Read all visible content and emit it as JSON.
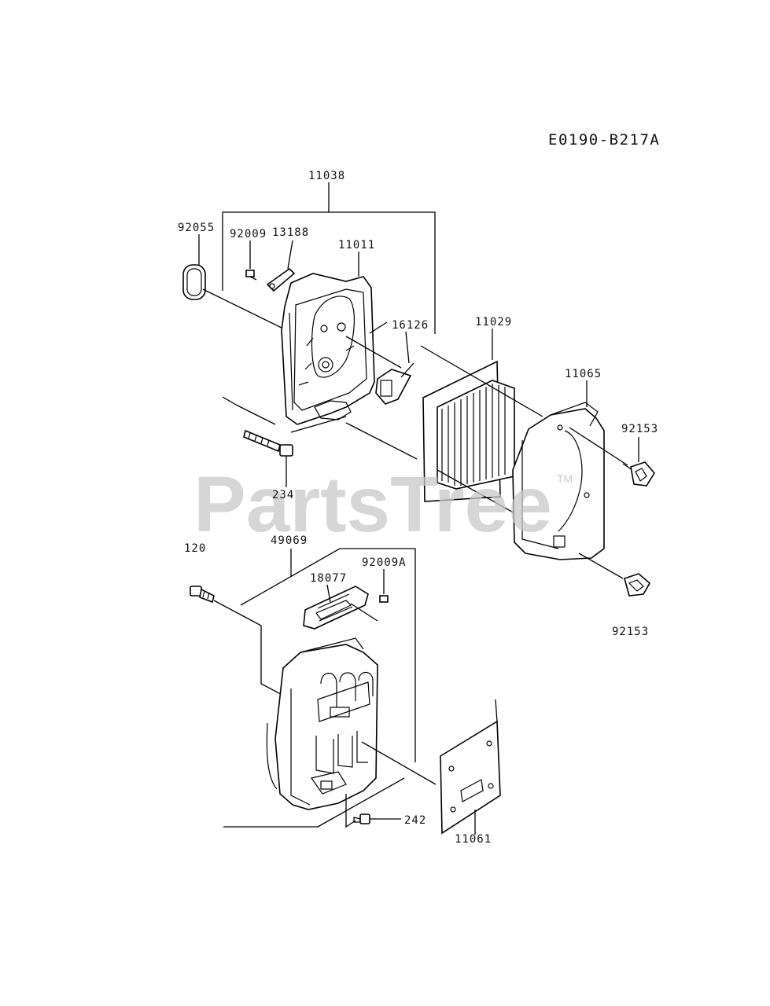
{
  "diagram": {
    "code": "E0190-B217A",
    "watermark": "PartsTree",
    "watermark_tm": "TM",
    "labels": {
      "p11038": "11038",
      "p92055": "92055",
      "p92009": "92009",
      "p13188": "13188",
      "p11011": "11011",
      "p16126": "16126",
      "p11029": "11029",
      "p11065": "11065",
      "p92153a": "92153",
      "p234": "234",
      "p120": "120",
      "p49069": "49069",
      "p92009A": "92009A",
      "p18077": "18077",
      "p92153b": "92153",
      "p242": "242",
      "p11061": "11061"
    }
  }
}
